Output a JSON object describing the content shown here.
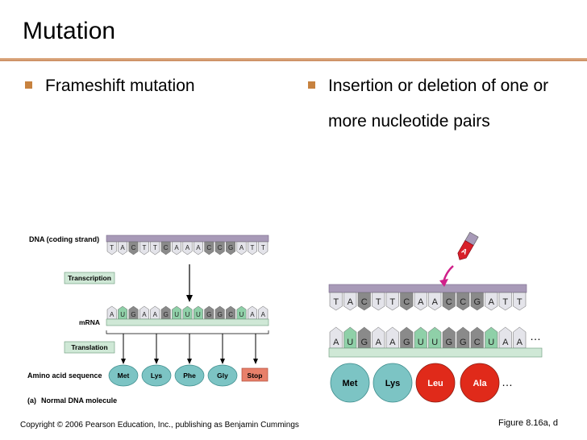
{
  "slide": {
    "title": "Mutation",
    "bullet_left": "Frameshift mutation",
    "bullet_right": "Insertion or deletion of one or more nucleotide pairs",
    "copyright": "Copyright © 2006 Pearson Education, Inc., publishing as Benjamin Cummings",
    "figure_ref": "Figure 8.16a, d"
  },
  "colors": {
    "accent": "#c7823f",
    "dna_strand": "#a89ab8",
    "mrna_strand": "#cfe8d6",
    "amino": "#7cc4c4",
    "stop": "#e8806a",
    "mutant_amino": "#e02a1a",
    "insert": "#d8202a"
  },
  "panel_a": {
    "dna_label": "DNA (coding strand)",
    "dna_bases": [
      "T",
      "A",
      "C",
      "T",
      "T",
      "C",
      "A",
      "A",
      "A",
      "C",
      "C",
      "G",
      "A",
      "T",
      "T"
    ],
    "transcription_label": "Transcription",
    "mrna_label": "mRNA",
    "mrna_bases": [
      "A",
      "U",
      "G",
      "A",
      "A",
      "G",
      "U",
      "U",
      "U",
      "G",
      "G",
      "C",
      "U",
      "A",
      "A"
    ],
    "translation_label": "Translation",
    "amino_label": "Amino acid sequence",
    "aminos": [
      "Met",
      "Lys",
      "Phe",
      "Gly"
    ],
    "stop_label": "Stop",
    "caption_letter": "(a)",
    "caption_text": "Normal DNA molecule"
  },
  "panel_d": {
    "dna_bases": [
      "T",
      "A",
      "C",
      "T",
      "T",
      "C",
      "A",
      "A",
      "C",
      "C",
      "G",
      "A",
      "T",
      "T"
    ],
    "mrna_bases": [
      "A",
      "U",
      "G",
      "A",
      "A",
      "G",
      "U",
      "U",
      "G",
      "G",
      "C",
      "U",
      "A",
      "A"
    ],
    "aminos": [
      "Met",
      "Lys",
      "Leu",
      "Ala"
    ],
    "insert_base": "A",
    "ellipsis": "…"
  }
}
